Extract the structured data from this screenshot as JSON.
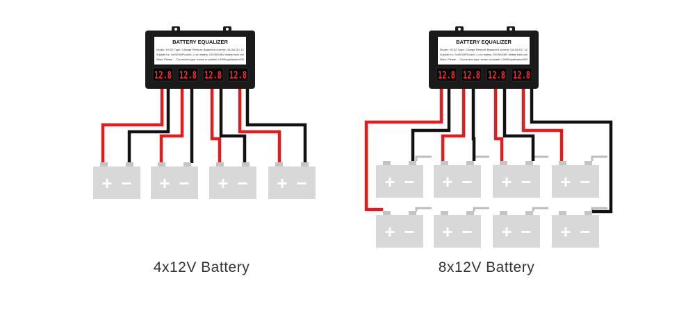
{
  "diagrams": [
    {
      "caption": "4x12V Battery",
      "device": {
        "title": "BATTERY EQUALIZER",
        "label_lines": [
          "Model: HC02   Type: Charge Restore   Balanced current: 0A-5A DC   12",
          "Suitable for: Gel/AGM/Flooded, Li-ion battery, 24V/36V/48V battery bank use",
          "Warn: Please ...   Connection type: series or parallel   1.5W/Equalization/2W"
        ],
        "displays": [
          "12.8",
          "12.8",
          "12.8",
          "12.8"
        ]
      },
      "battery_symbols": {
        "positive": "+",
        "negative": "−"
      },
      "battery_count": 4
    },
    {
      "caption": "8x12V Battery",
      "device": {
        "title": "BATTERY EQUALIZER",
        "label_lines": [
          "Model: HC02   Type: Charge Restore   Balanced current: 0A-5A DC   12",
          "Suitable for: Gel/AGM/Flooded, Li-ion battery, 24V/36V/48V battery bank use",
          "Warn: Please ...   Connection type: series or parallel   1.5W/Equalization/2W"
        ],
        "displays": [
          "12.8",
          "12.8",
          "12.8",
          "12.8"
        ]
      },
      "battery_symbols": {
        "positive": "+",
        "negative": "−"
      },
      "battery_count": 8
    }
  ],
  "colors": {
    "positive_wire": "#e21c1c",
    "negative_wire": "#111111",
    "battery": "#d8d8d8",
    "battery_terminal": "#c4c4c4",
    "device_body": "#1a1a1a",
    "display_digits": "#ff2a2a",
    "series_link": "#bdbdbd"
  }
}
